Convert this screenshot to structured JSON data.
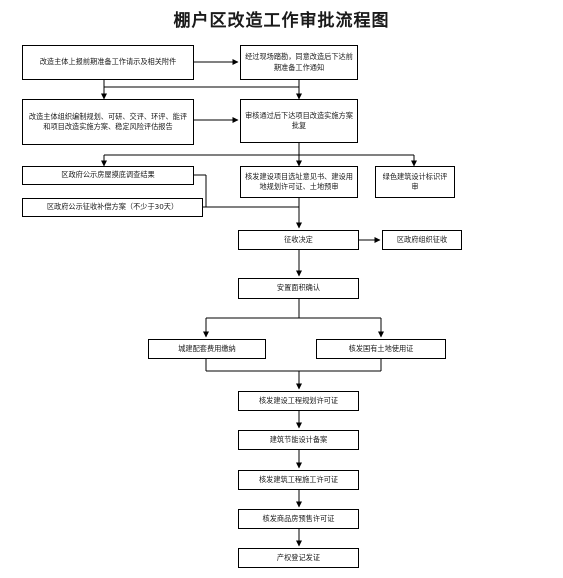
{
  "title": "棚户区改造工作审批流程图",
  "nodes": {
    "n1": "改造主体上报前期准备工作请示及相关附件",
    "n2": "经过现场踏勘，同意改造后下达前期准备工作通知",
    "n3": "改造主体组织编制规划、可研、交评、环评、能评和项目改造实施方案、稳定风险评估报告",
    "n4": "审核通过后下达项目改造实施方案批复",
    "n5": "区政府公示房屋摸底调查结果",
    "n6": "区政府公示征收补偿方案（不少于30天）",
    "n7": "核发建设项目选址意见书、建设用地规划许可证、土地预审",
    "n8": "绿色建筑设计标识评审",
    "n9": "征收决定",
    "n10": "区政府组织征收",
    "n11": "安置面积确认",
    "n12": "城建配套费用缴纳",
    "n13": "核发国有土地使用证",
    "n14": "核发建设工程规划许可证",
    "n15": "建筑节能设计备案",
    "n16": "核发建筑工程施工许可证",
    "n17": "核发商品房预售许可证",
    "n18": "产权登记发证"
  }
}
